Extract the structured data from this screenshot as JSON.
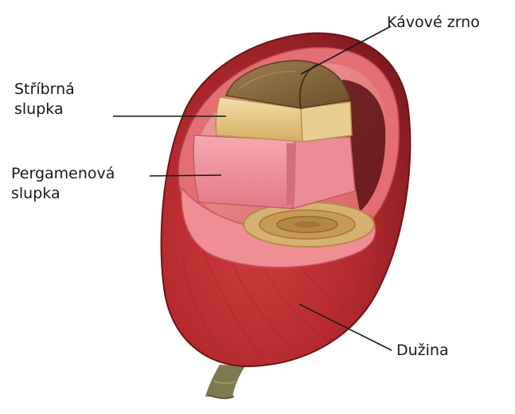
{
  "labels": {
    "coffee_bean": "Kávové zrno",
    "silver_skin_line1": "Stříbrná",
    "silver_skin_line2": "slupka",
    "parchment_line1": "Pergamenová",
    "parchment_line2": "slupka",
    "pulp": "Dužina"
  },
  "colors": {
    "outer_skin": "#b52a2e",
    "outer_skin_dark": "#7e1a1f",
    "pulp_cut": "#e7787c",
    "parchment": "#f29aa3",
    "silver_skin": "#e6c98a",
    "bean": "#8a6a3a",
    "leader_line": "#1a1a1a"
  }
}
